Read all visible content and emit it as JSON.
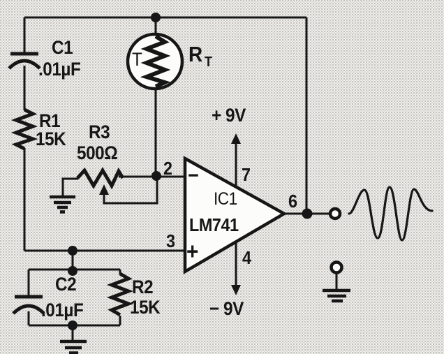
{
  "colors": {
    "ink": "#161616",
    "paper": "#f3f2ef",
    "fill_white": "#fcfcfa"
  },
  "components": {
    "c1": {
      "ref": "C1",
      "value": ".01µF"
    },
    "r1": {
      "ref": "R1",
      "value": "15K"
    },
    "r3": {
      "ref": "R3",
      "value": "500Ω"
    },
    "c2": {
      "ref": "C2",
      "value": ".01µF"
    },
    "r2": {
      "ref": "R2",
      "value": "15K"
    },
    "rt": {
      "ref": "R",
      "ref_sub": "T",
      "body_letter": "T"
    },
    "ic": {
      "ref": "IC1",
      "part": "LM741"
    }
  },
  "opamp_pins": {
    "inverting": "2",
    "non_inverting": "3",
    "positive_supply": "7",
    "negative_supply": "4",
    "output": "6"
  },
  "polarity": {
    "minus": "−",
    "plus": "+"
  },
  "supplies": {
    "positive": "+ 9V",
    "negative": "− 9V"
  }
}
